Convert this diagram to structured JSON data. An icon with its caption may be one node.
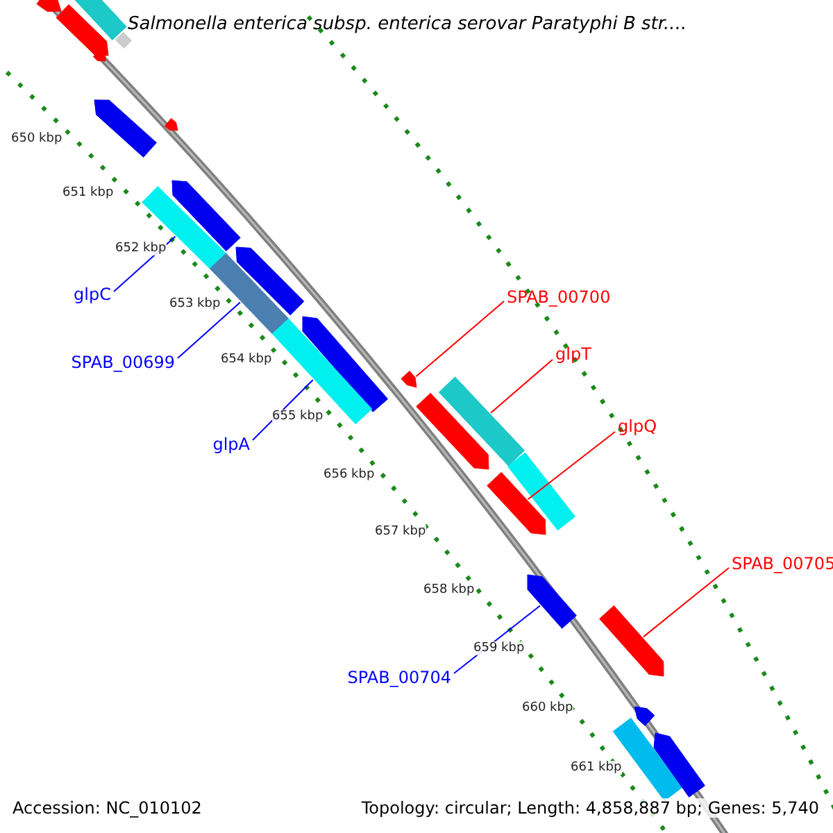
{
  "diagram": {
    "title": "Salmonella enterica subsp. enterica serovar Paratyphi B str....",
    "nodes": [
      {
        "text": [
          "glpC"
        ]
      },
      {
        "text": [],
        "shape": "bar"
      },
      {
        "text": [
          "SPAB_00700"
        ]
      },
      {
        "text": [],
        "shape": "bar"
      },
      {
        "text": [
          "SPAB_00699"
        ]
      },
      {
        "text": [],
        "shape": "bar"
      },
      {
        "text": [
          "glpT"
        ]
      },
      {
        "text": [],
        "shape": "bar"
      },
      {
        "text": [
          "glpA"
        ]
      },
      {
        "text": [],
        "shape": "bar"
      },
      {
        "text": [
          "glpQ"
        ]
      },
      {
        "text": [],
        "shape": "bar"
      },
      {
        "text": [
          "SPAB_00705"
        ]
      },
      {
        "text": [],
        "shape": "bar"
      },
      {
        "text": [
          "SPAB_00704"
        ]
      },
      {
        "text": [],
        "shape": "bar"
      }
    ],
    "edges": [
      {
        "from": 0,
        "to": 1,
        "arrow": "none",
        "color": "#0000ff"
      },
      {
        "from": 2,
        "to": 3,
        "arrow": "none",
        "color": "#ff0000"
      },
      {
        "from": 4,
        "to": 5,
        "arrow": "none",
        "color": "#0000ff"
      },
      {
        "from": 6,
        "to": 7,
        "arrow": "none",
        "color": "#ff0000"
      },
      {
        "from": 8,
        "to": 9,
        "arrow": "none",
        "color": "#0000ff"
      },
      {
        "from": 10,
        "to": 11,
        "arrow": "none",
        "color": "#ff0000"
      },
      {
        "from": 12,
        "to": 13,
        "arrow": "none",
        "color": "#ff0000"
      },
      {
        "from": 14,
        "to": 15,
        "arrow": "none",
        "color": "#0000ff"
      }
    ],
    "labels": [
      "650 kbp",
      "651 kbp",
      "652 kbp",
      "653 kbp",
      "654 kbp",
      "655 kbp",
      "656 kbp",
      "657 kbp",
      "658 kbp",
      "659 kbp",
      "660 kbp",
      "661 kbp",
      "Accession: NC_010102",
      "Topology: circular; Length: 4,858,887 bp; Genes: 5,740"
    ]
  }
}
